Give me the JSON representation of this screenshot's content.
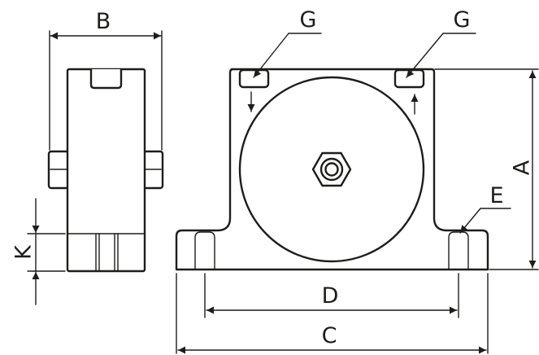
{
  "labels": {
    "A": "A",
    "B": "B",
    "C": "C",
    "D": "D",
    "E": "E",
    "G_left": "G",
    "G_right": "G",
    "K": "K"
  },
  "colors": {
    "line": "#1d1d1b",
    "background": "#ffffff"
  }
}
